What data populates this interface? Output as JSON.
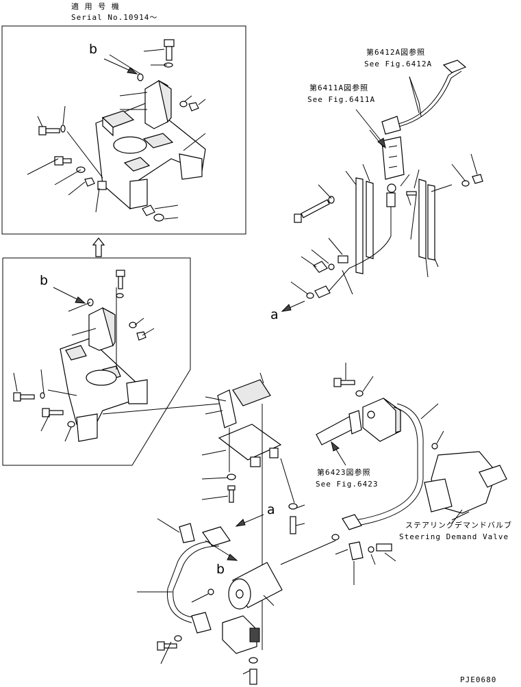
{
  "labels": {
    "applicable_jp": "適 用 号 機",
    "applicable_serial": "Serial No.10914～",
    "ref_6412a_jp": "第6412A図参照",
    "ref_6412a_en": "See Fig.6412A",
    "ref_6411a_jp": "第6411A図参照",
    "ref_6411a_en": "See Fig.6411A",
    "ref_6423_jp": "第6423図参照",
    "ref_6423_en": "See Fig.6423",
    "valve_jp": "ステアリングデマンドバルブ",
    "valve_en": "Steering Demand Valve",
    "callout_a": "a",
    "callout_b": "b",
    "drawing_code": "PJE0680"
  }
}
